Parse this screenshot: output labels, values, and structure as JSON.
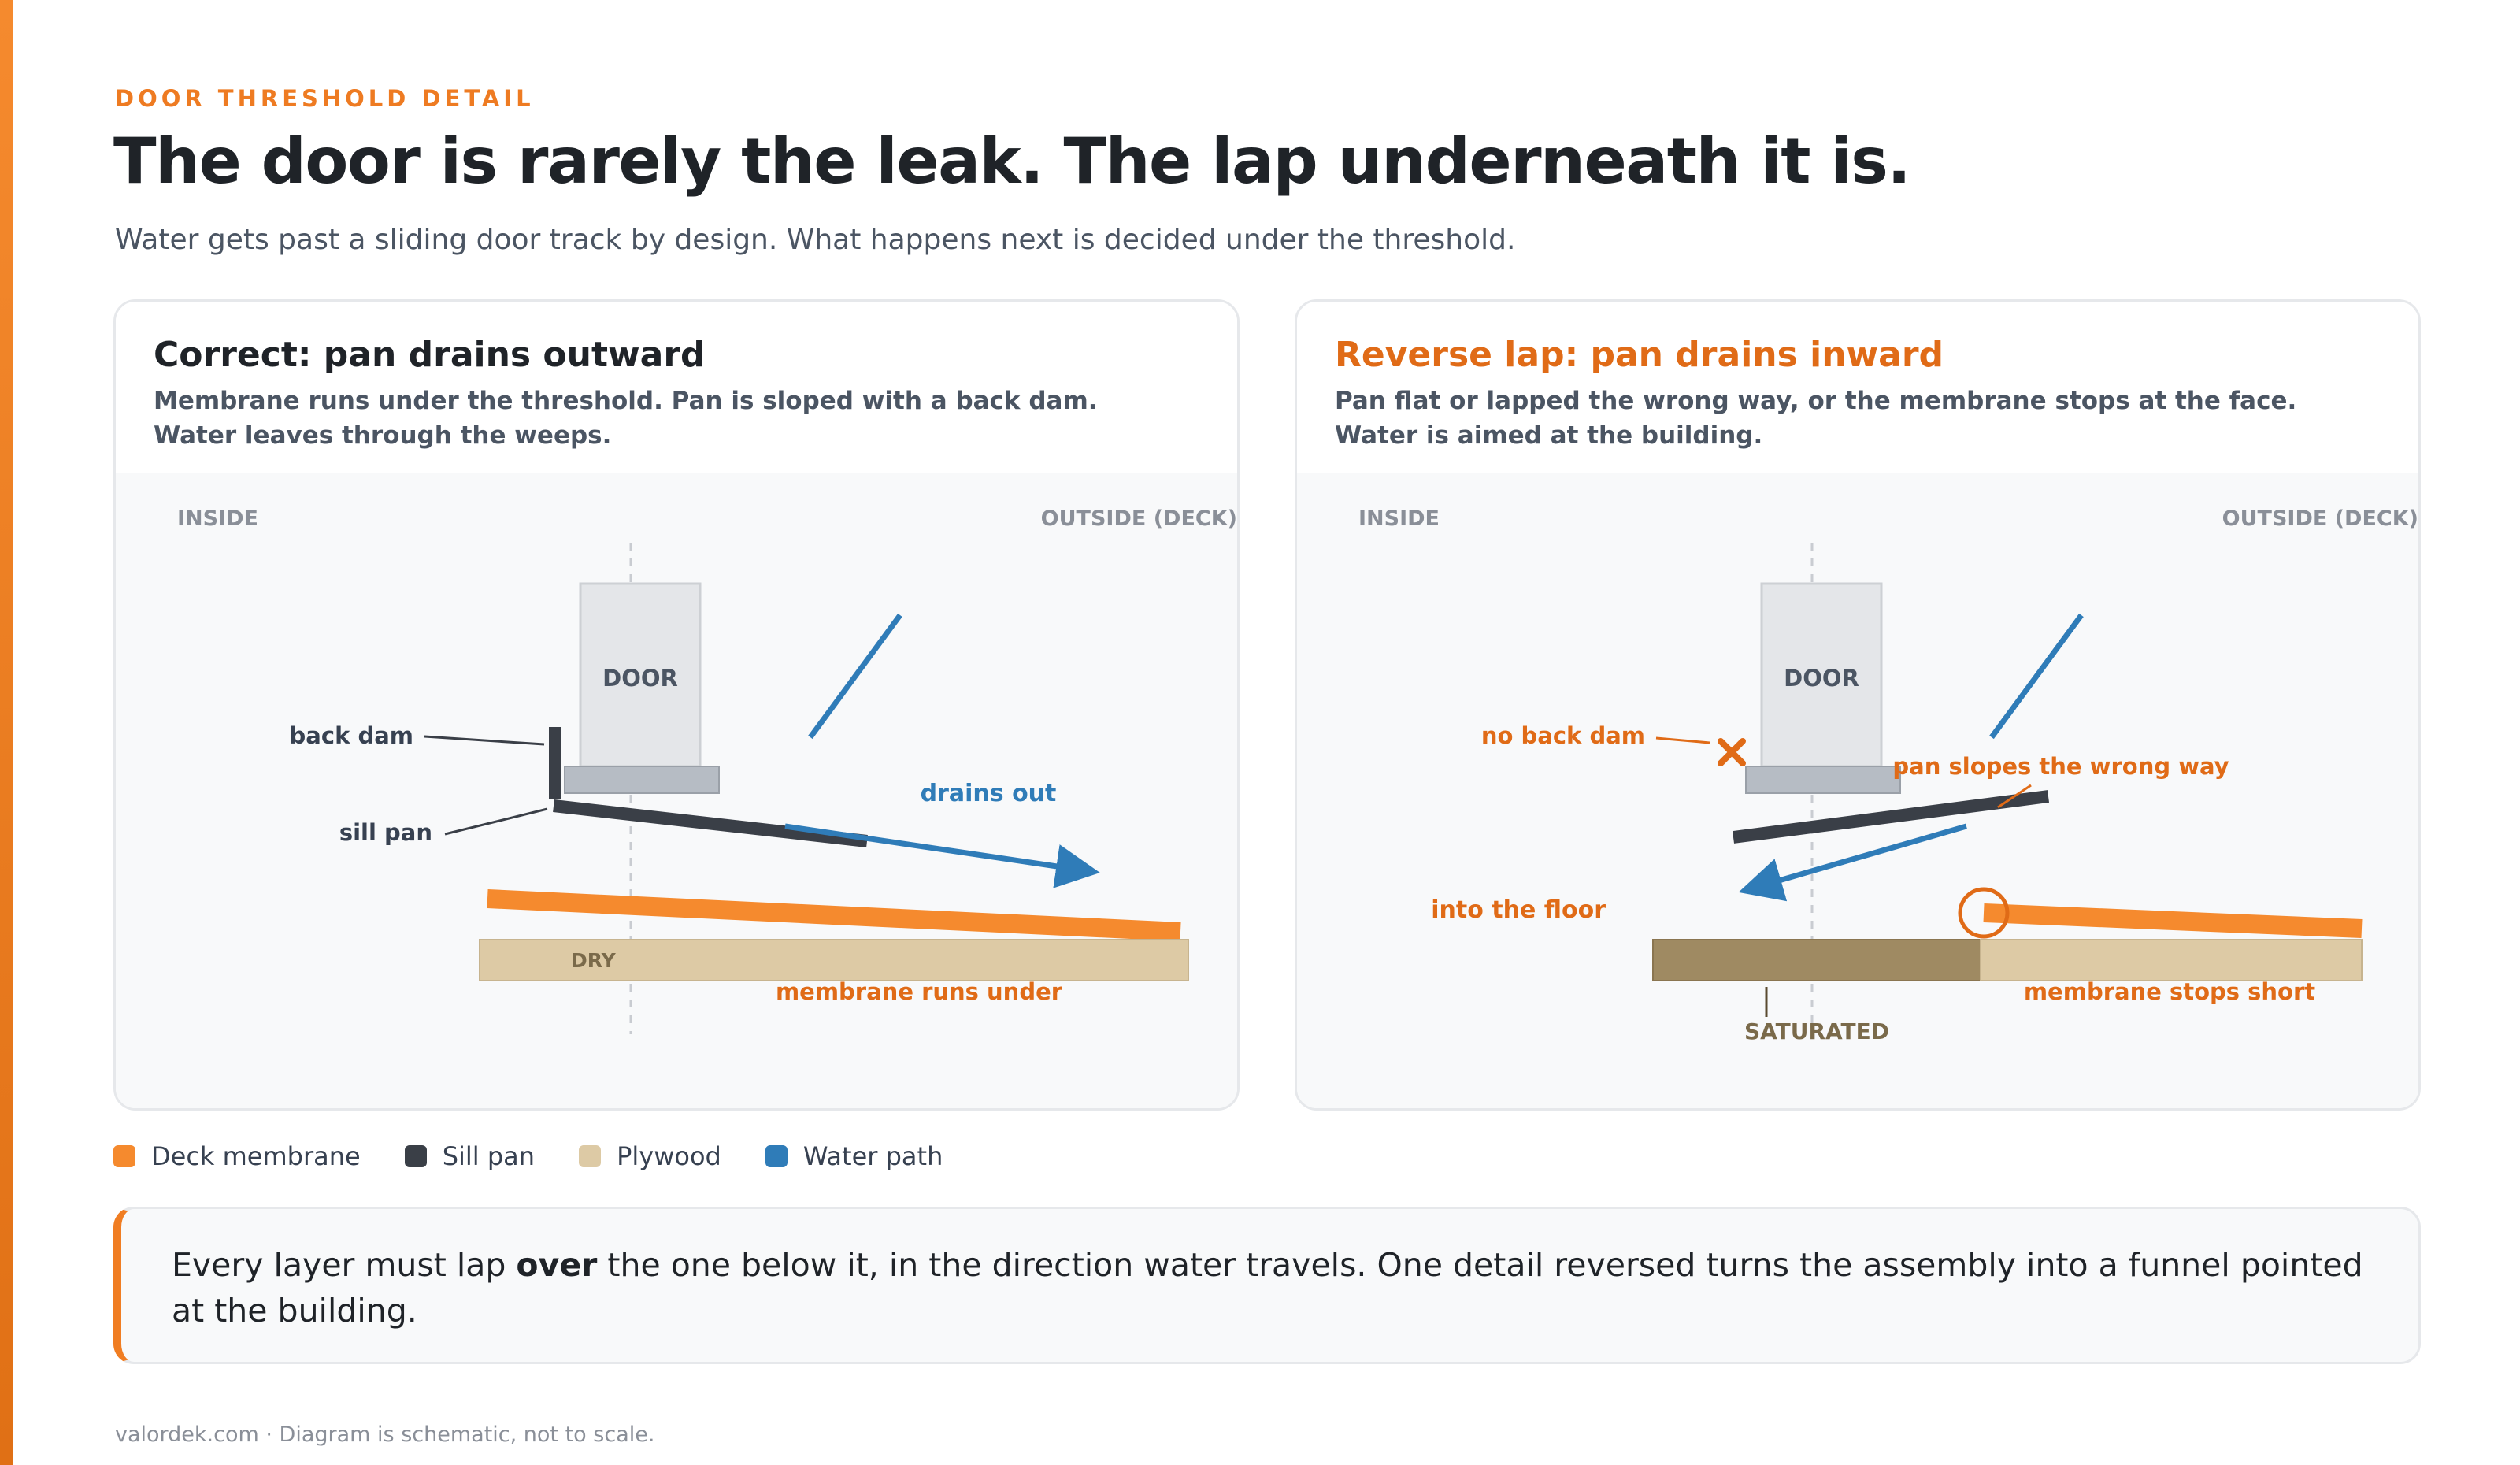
{
  "brand": {
    "accent": "#f07d22",
    "text": "#1f2328"
  },
  "header": {
    "eyebrow": "DOOR THRESHOLD DETAIL",
    "title": "The door is rarely the leak. The lap underneath it is.",
    "subtitle": "Water gets past a sliding door track by design. What happens next is decided under the threshold."
  },
  "panels": {
    "correct": {
      "title": "Correct: pan drains outward",
      "description": "Membrane runs under the threshold. Pan is sloped with a back dam. Water leaves through the weeps.",
      "labels": {
        "inside": "INSIDE",
        "outside": "OUTSIDE (DECK)",
        "door": "DOOR",
        "back_dam": "back dam",
        "sill_pan": "sill pan",
        "drains_out": "drains out",
        "dry": "DRY",
        "membrane": "membrane runs under"
      }
    },
    "reverse": {
      "title": "Reverse lap: pan drains inward",
      "description": "Pan flat or lapped the wrong way, or the membrane stops at the face. Water is aimed at the building.",
      "labels": {
        "inside": "INSIDE",
        "outside": "OUTSIDE (DECK)",
        "door": "DOOR",
        "no_back_dam": "no back dam",
        "wrong_slope": "pan slopes the wrong way",
        "into_floor": "into the floor",
        "membrane_short": "membrane stops short",
        "saturated": "SATURATED"
      }
    }
  },
  "legend": [
    {
      "label": "Deck membrane",
      "color": "#f58a2e"
    },
    {
      "label": "Sill pan",
      "color": "#3a3f47"
    },
    {
      "label": "Plywood",
      "color": "#ddcaa5"
    },
    {
      "label": "Water path",
      "color": "#2f7cb8"
    }
  ],
  "callout": {
    "before": "Every layer must lap ",
    "bold": "over",
    "after": " the one below it, in the direction water travels. One detail reversed turns the assembly into a funnel pointed at the building."
  },
  "footer": "valordek.com · Diagram is schematic, not to scale."
}
